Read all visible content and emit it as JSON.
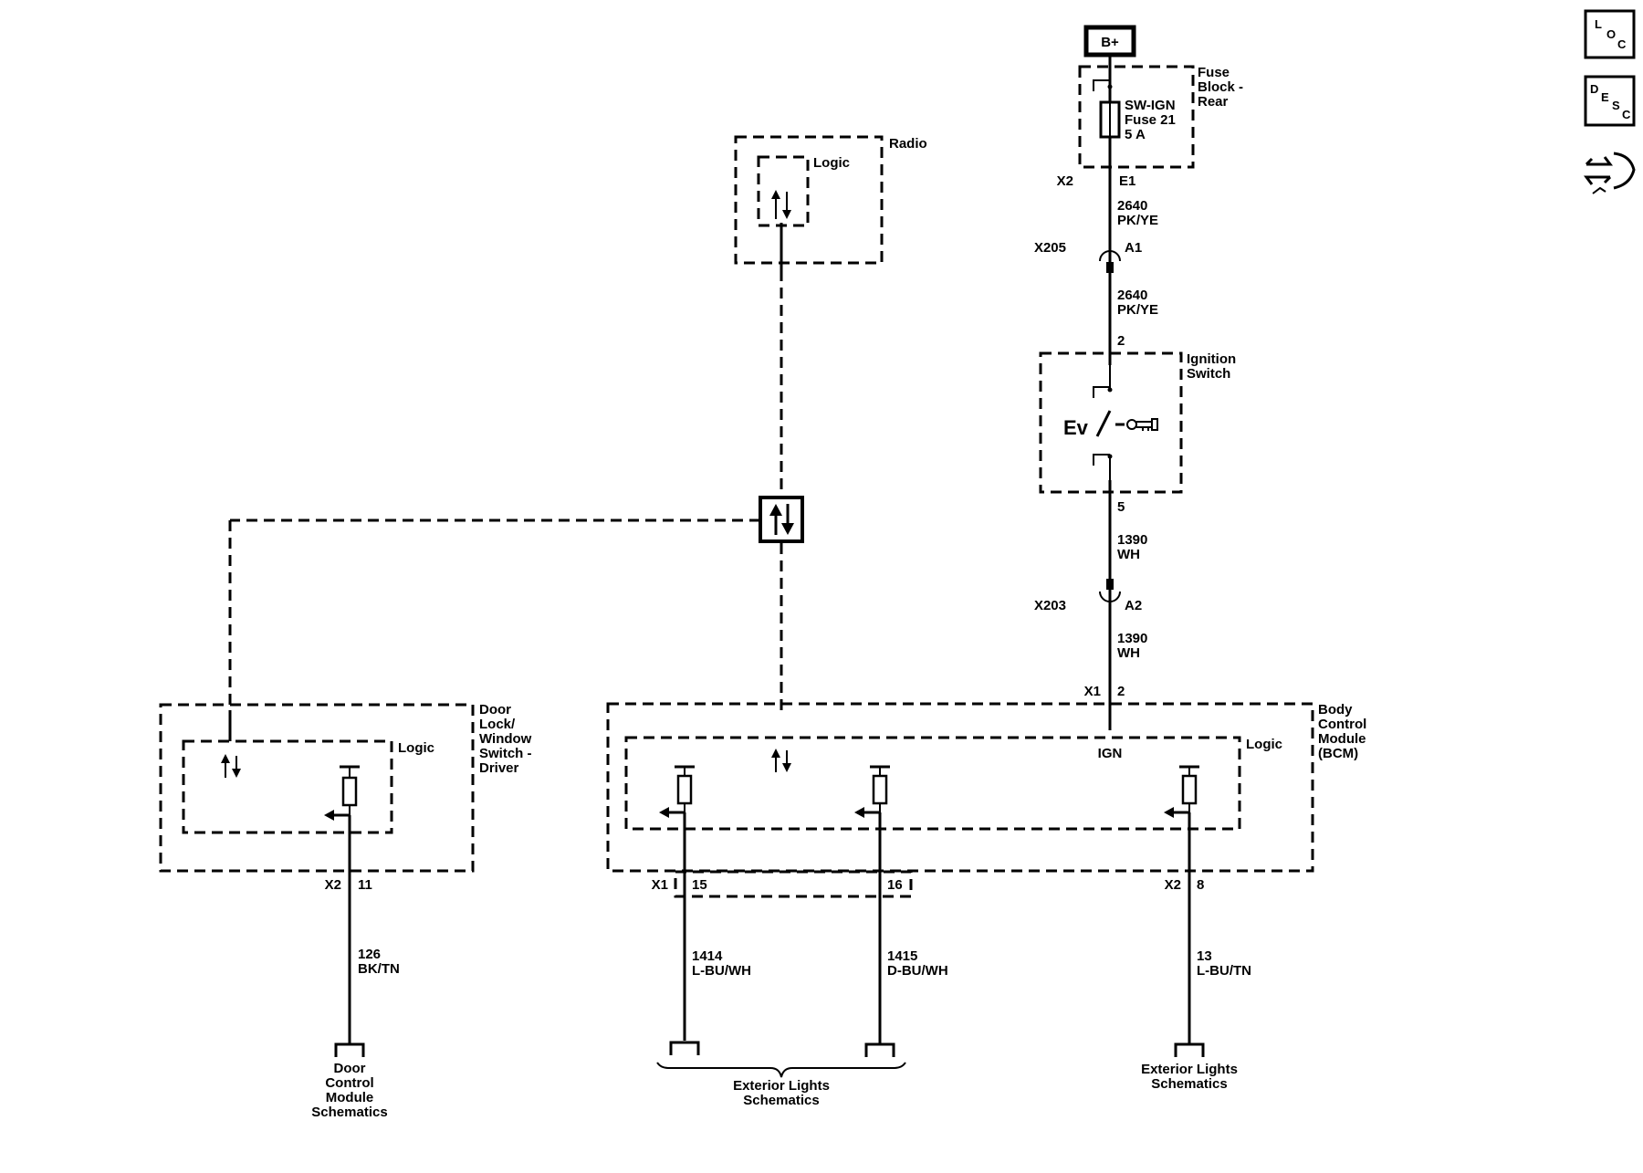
{
  "power": {
    "battery": "B+"
  },
  "fuse_block": {
    "name": [
      "Fuse",
      "Block -",
      "Rear"
    ],
    "fuse": [
      "SW-IGN",
      "Fuse 21",
      "5 A"
    ],
    "connector": "X2",
    "pin": "E1"
  },
  "wires": {
    "w2640a": [
      "2640",
      "PK/YE"
    ],
    "w2640b": [
      "2640",
      "PK/YE"
    ],
    "w1390a": [
      "1390",
      "WH"
    ],
    "w1390b": [
      "1390",
      "WH"
    ],
    "w126": [
      "126",
      "BK/TN"
    ],
    "w1414": [
      "1414",
      "L-BU/WH"
    ],
    "w1415": [
      "1415",
      "D-BU/WH"
    ],
    "w13": [
      "13",
      "L-BU/TN"
    ]
  },
  "connectors": {
    "x205": {
      "name": "X205",
      "pin": "A1"
    },
    "x203": {
      "name": "X203",
      "pin": "A2"
    }
  },
  "ignition_switch": {
    "name": [
      "Ignition",
      "Switch"
    ],
    "pin_top": "2",
    "pin_bottom": "5",
    "symbol": "Ev"
  },
  "radio": {
    "name": "Radio",
    "logic": "Logic"
  },
  "bcm": {
    "name": [
      "Body",
      "Control",
      "Module",
      "(BCM)"
    ],
    "logic": "Logic",
    "ign": "IGN",
    "x1_in": {
      "connector": "X1",
      "pin": "2"
    },
    "x1_out": {
      "connector": "X1",
      "pin15": "15",
      "pin16": "16"
    },
    "x2_out": {
      "connector": "X2",
      "pin": "8"
    }
  },
  "door_switch": {
    "name": [
      "Door",
      "Lock/",
      "Window",
      "Switch -",
      "Driver"
    ],
    "logic": "Logic",
    "connector": "X2",
    "pin": "11"
  },
  "destinations": {
    "door_module": [
      "Door",
      "Control",
      "Module",
      "Schematics"
    ],
    "ext_lights_1": [
      "Exterior Lights",
      "Schematics"
    ],
    "ext_lights_2": [
      "Exterior Lights",
      "Schematics"
    ]
  },
  "sidebar": {
    "loc": [
      "L",
      "O",
      "C"
    ],
    "desc": [
      "D",
      "E",
      "S",
      "C"
    ],
    "icons": [
      "location-icon",
      "description-icon",
      "connector-tool-icon"
    ]
  }
}
